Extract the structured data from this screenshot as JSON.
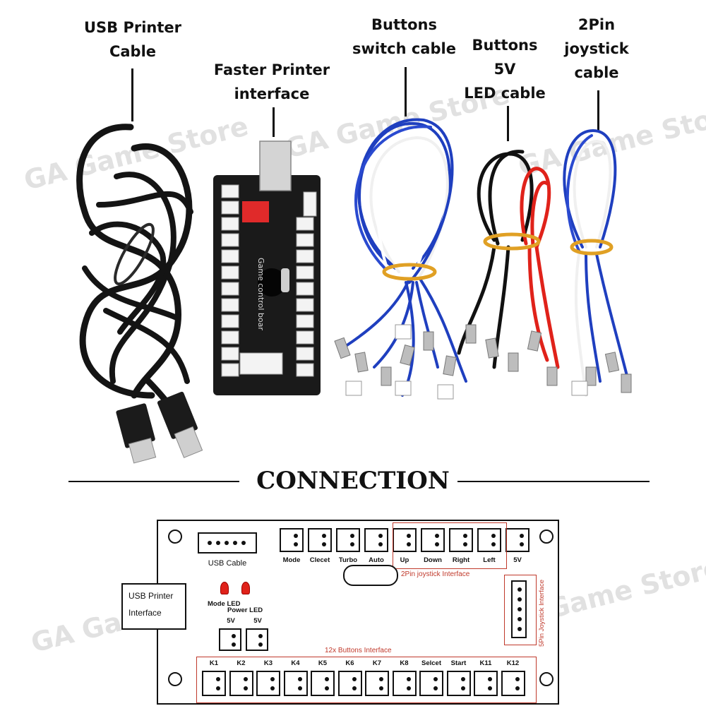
{
  "callouts": {
    "usb_cable": [
      "USB Printer",
      "Cable"
    ],
    "faster_interface": [
      "Faster Printer",
      "interface"
    ],
    "buttons_switch": [
      "Buttons",
      "switch cable"
    ],
    "buttons_led": [
      "Buttons",
      "5V",
      "LED cable"
    ],
    "joystick_cable": [
      "2Pin",
      "joystick",
      "cable"
    ]
  },
  "pcb_text": "Game control boar",
  "watermark": "GA Game Store",
  "heading": "CONNECTION",
  "diagram": {
    "usb_cable_label": "USB Cable",
    "usb_printer_interface": [
      "USB Printer",
      "Interface"
    ],
    "mode_led": "Mode LED",
    "power_led": "Power LED",
    "v5": "5V",
    "top_connectors": [
      "Mode",
      "Clecet",
      "Turbo",
      "Auto",
      "Up",
      "Down",
      "Right",
      "Left",
      "5V"
    ],
    "joystick_2pin_label": "2Pin joystick Interface",
    "joystick_5pin_label": "5Pin Joystick Interface",
    "buttons_interface_label": "12x Buttons Interface",
    "button_connectors": [
      "K1",
      "K2",
      "K3",
      "K4",
      "K5",
      "K6",
      "K7",
      "K8",
      "Selcet",
      "Start",
      "K11",
      "K12"
    ]
  },
  "colors": {
    "accent_red": "#c0392b",
    "blue_wire": "#1f3fbf",
    "led_red": "#e0221a"
  }
}
